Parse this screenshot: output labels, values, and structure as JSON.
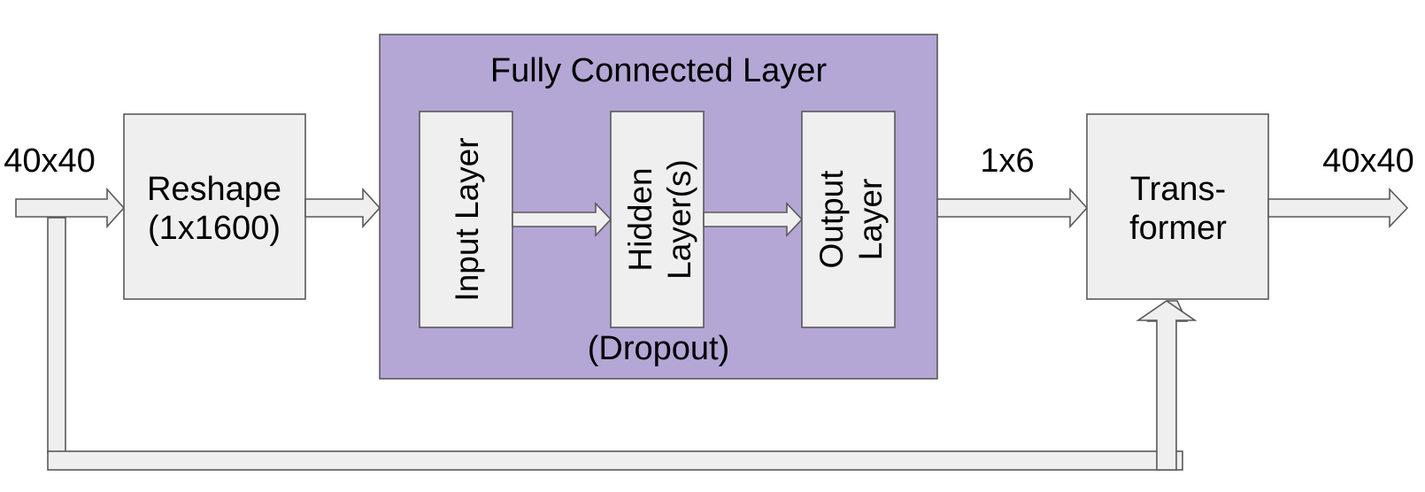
{
  "diagram": {
    "input_label": "40x40",
    "reshape": {
      "line1": "Reshape",
      "line2": "(1x1600)"
    },
    "fully_connected": {
      "title": "Fully Connected Layer",
      "input_layer": "Input Layer",
      "hidden_layer": {
        "line1": "Hidden",
        "line2": "Layer(s)"
      },
      "output_layer": {
        "line1": "Output",
        "line2": "Layer"
      },
      "dropout": "(Dropout)"
    },
    "fc_output_label": "1x6",
    "transformer": {
      "line1": "Trans-",
      "line2": "former"
    },
    "output_label": "40x40"
  },
  "colors": {
    "box_fill": "#efefef",
    "fully_connected_fill": "#b4a7d6",
    "stroke": "#595959"
  }
}
